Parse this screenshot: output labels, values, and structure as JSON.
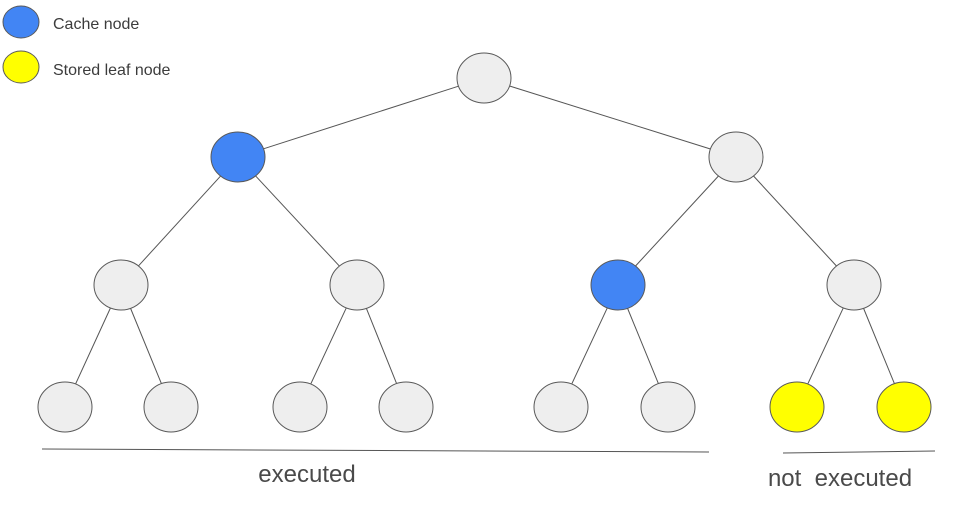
{
  "legend": {
    "items": [
      {
        "label": "Cache node",
        "color": "#4285f4"
      },
      {
        "label": "Stored leaf node",
        "color": "#ffff00"
      }
    ]
  },
  "colors": {
    "default_node": "#eeeeee",
    "cache_node": "#4285f4",
    "stored_leaf_node": "#ffff00",
    "outline": "#595959"
  },
  "tree": {
    "root": {
      "type": "default",
      "children": [
        {
          "type": "cache",
          "children": [
            {
              "type": "default",
              "children": [
                {
                  "type": "default"
                },
                {
                  "type": "default"
                }
              ]
            },
            {
              "type": "default",
              "children": [
                {
                  "type": "default"
                },
                {
                  "type": "default"
                }
              ]
            }
          ]
        },
        {
          "type": "default",
          "children": [
            {
              "type": "cache",
              "children": [
                {
                  "type": "default"
                },
                {
                  "type": "default"
                }
              ]
            },
            {
              "type": "default",
              "children": [
                {
                  "type": "stored"
                },
                {
                  "type": "stored"
                }
              ]
            }
          ]
        }
      ]
    }
  },
  "groups": {
    "executed_label": "executed",
    "not_executed_label": "not  executed"
  }
}
